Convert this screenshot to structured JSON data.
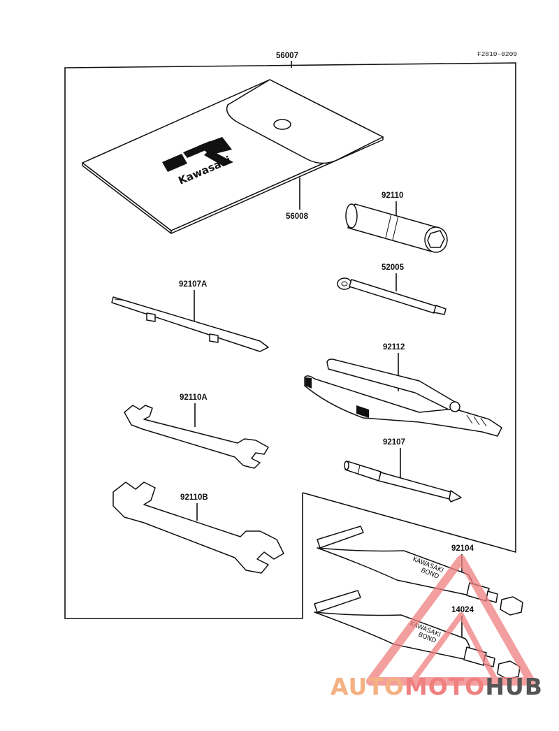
{
  "figure_code": "F2810-0209",
  "parts": {
    "kit": "56007",
    "pouch": "56008",
    "pouch_logo": "Kawasaki",
    "plug_wrench": "92110",
    "handle": "52005",
    "screwdriver_a": "92107A",
    "pliers": "92112",
    "wrench_a": "92110A",
    "screwdriver": "92107",
    "wrench_b": "92110B",
    "bond_1": "92104",
    "bond_2": "14024",
    "tube_text_1": "KAWASAKI",
    "tube_text_2": "BOND"
  },
  "watermark": {
    "part1": "AUTO",
    "part2": "MOTO",
    "part3": "HUB",
    "color1": "#f4b183",
    "color2": "#f08080",
    "color3": "#555555"
  }
}
